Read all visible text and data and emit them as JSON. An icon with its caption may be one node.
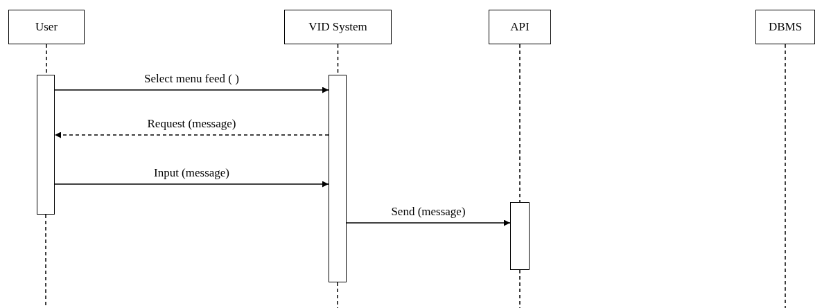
{
  "diagram": {
    "nodes": [
      {
        "text": [
          "User"
        ]
      },
      {
        "text": [
          "VID System"
        ]
      },
      {
        "text": [
          "API"
        ]
      },
      {
        "text": [
          "DBMS"
        ]
      },
      {
        "text": [],
        "shape": "bar"
      },
      {
        "text": [],
        "shape": "bar"
      },
      {
        "text": [],
        "shape": "bar"
      }
    ],
    "edges": [
      {
        "from": 0,
        "to": 4,
        "arrow": "none",
        "style": "dashed"
      },
      {
        "from": 4,
        "to": null,
        "arrow": "none",
        "style": "dashed"
      },
      {
        "from": 1,
        "to": 5,
        "arrow": "none",
        "style": "dashed"
      },
      {
        "from": 5,
        "to": null,
        "arrow": "none",
        "style": "dashed"
      },
      {
        "from": 2,
        "to": 6,
        "arrow": "none",
        "style": "dashed"
      },
      {
        "from": 6,
        "to": null,
        "arrow": "none",
        "style": "dashed"
      },
      {
        "from": 3,
        "to": null,
        "arrow": "none",
        "style": "dashed"
      },
      {
        "from": 4,
        "to": 5,
        "arrow": "to",
        "label": "Select menu feed ( )"
      },
      {
        "from": 5,
        "to": 4,
        "arrow": "to",
        "label": "Request (message)",
        "style": "dashed"
      },
      {
        "from": 4,
        "to": 5,
        "arrow": "to",
        "label": "Input (message)"
      },
      {
        "from": 5,
        "to": 6,
        "arrow": "to",
        "label": "Send (message)"
      }
    ]
  }
}
